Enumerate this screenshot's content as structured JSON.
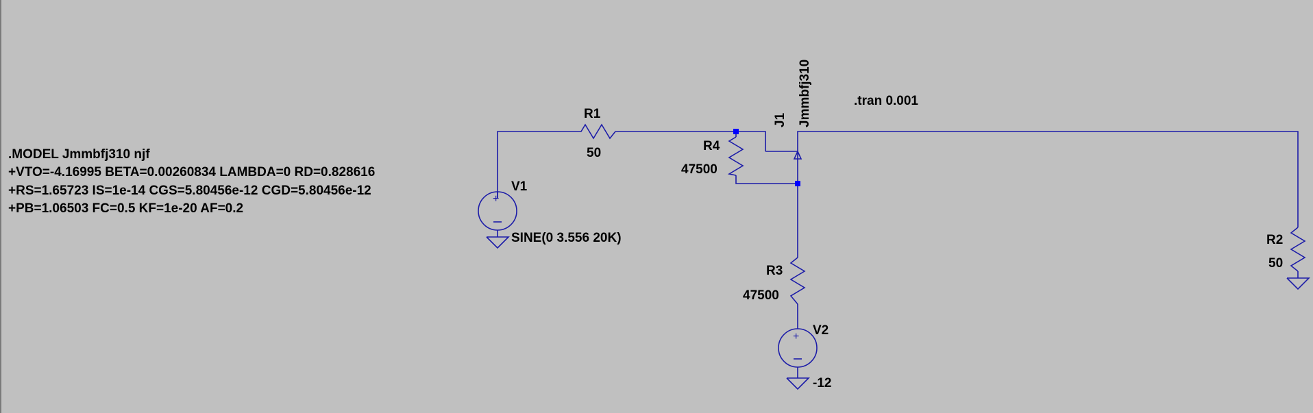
{
  "spice_model": {
    "line1": ".MODEL Jmmbfj310 njf",
    "line2": "+VTO=-4.16995 BETA=0.00260834 LAMBDA=0 RD=0.828616",
    "line3": "+RS=1.65723 IS=1e-14 CGS=5.80456e-12 CGD=5.80456e-12",
    "line4": "+PB=1.06503 FC=0.5 KF=1e-20 AF=0.2"
  },
  "directive": ".tran 0.001",
  "components": {
    "r1": {
      "name": "R1",
      "value": "50"
    },
    "r2": {
      "name": "R2",
      "value": "50"
    },
    "r3": {
      "name": "R3",
      "value": "47500"
    },
    "r4": {
      "name": "R4",
      "value": "47500"
    },
    "j1": {
      "name": "J1",
      "model": "Jmmbfj310"
    },
    "v1": {
      "name": "V1",
      "value": "SINE(0 3.556 20K)"
    },
    "v2": {
      "name": "V2",
      "value": "-12"
    }
  },
  "colors": {
    "background": "#c0c0c0",
    "wire": "#1c1ca8",
    "junction": "#0000ff",
    "text": "#000000"
  }
}
